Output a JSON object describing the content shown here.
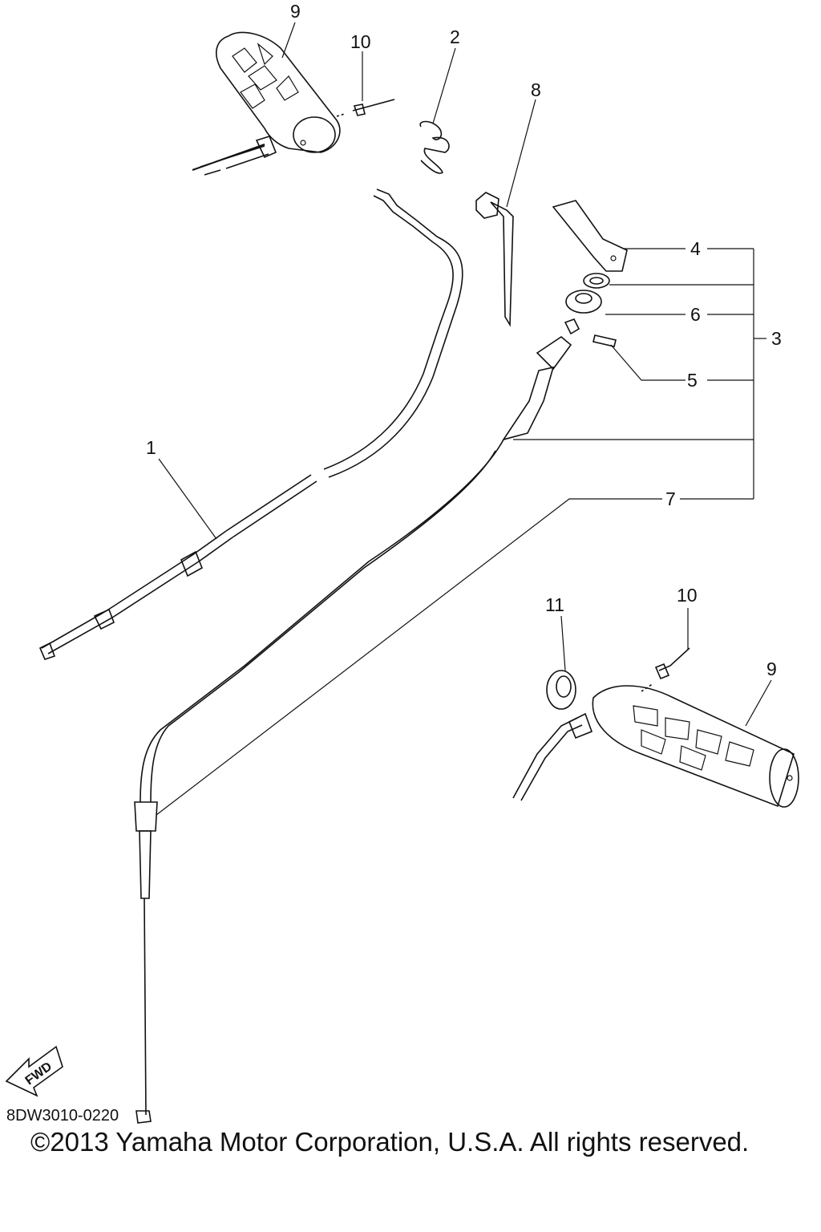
{
  "callouts": {
    "c1": "1",
    "c2": "2",
    "c3": "3",
    "c4": "4",
    "c5": "5",
    "c6": "6",
    "c7": "7",
    "c8": "8",
    "c9_top": "9",
    "c9_bottom": "9",
    "c10_top": "10",
    "c10_bottom": "10",
    "c11": "11"
  },
  "fwd_arrow": {
    "label": "FWD"
  },
  "diagram_code": "8DW3010-0220",
  "copyright": "©2013 Yamaha Motor Corporation, U.S.A. All rights reserved."
}
